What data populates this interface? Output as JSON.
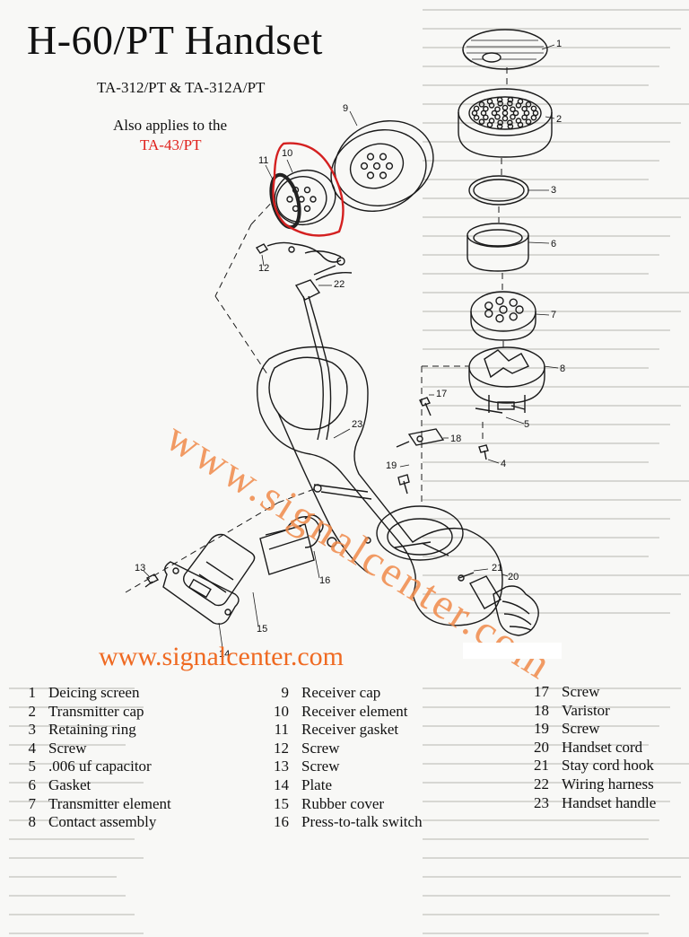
{
  "header": {
    "title": "H-60/PT  Handset",
    "subtitle": "TA-312/PT & TA-312A/PT",
    "also_applies": "Also applies to the",
    "also_model": "TA-43/PT"
  },
  "watermark": {
    "diagonal": "www.signalcenter.com",
    "url": "www.signalcenter.com"
  },
  "callouts": [
    "1",
    "2",
    "3",
    "4",
    "5",
    "6",
    "7",
    "8",
    "9",
    "10",
    "11",
    "12",
    "13",
    "14",
    "15",
    "16",
    "17",
    "18",
    "19",
    "20",
    "21",
    "22",
    "23"
  ],
  "legend": {
    "col1": [
      {
        "num": "1",
        "label": "Deicing screen"
      },
      {
        "num": "2",
        "label": "Transmitter cap"
      },
      {
        "num": "3",
        "label": "Retaining ring"
      },
      {
        "num": "4",
        "label": "Screw"
      },
      {
        "num": "5",
        "label": ".006 uf capacitor"
      },
      {
        "num": "6",
        "label": "Gasket"
      },
      {
        "num": "7",
        "label": "Transmitter element"
      },
      {
        "num": "8",
        "label": "Contact assembly"
      }
    ],
    "col2": [
      {
        "num": "9",
        "label": "Receiver cap"
      },
      {
        "num": "10",
        "label": "Receiver element"
      },
      {
        "num": "11",
        "label": "Receiver gasket"
      },
      {
        "num": "12",
        "label": "Screw"
      },
      {
        "num": "13",
        "label": "Screw"
      },
      {
        "num": "14",
        "label": "Plate"
      },
      {
        "num": "15",
        "label": "Rubber cover"
      },
      {
        "num": "16",
        "label": "Press-to-talk switch"
      }
    ],
    "col3": [
      {
        "num": "17",
        "label": "Screw"
      },
      {
        "num": "18",
        "label": "Varistor"
      },
      {
        "num": "19",
        "label": "Screw"
      },
      {
        "num": "20",
        "label": "Handset cord"
      },
      {
        "num": "21",
        "label": "Stay cord hook"
      },
      {
        "num": "22",
        "label": "Wiring harness"
      },
      {
        "num": "23",
        "label": "Handset handle"
      }
    ]
  },
  "colors": {
    "title_red": "#e0201b",
    "watermark_orange": "#ef6a22",
    "highlight_circle": "#d42020"
  }
}
